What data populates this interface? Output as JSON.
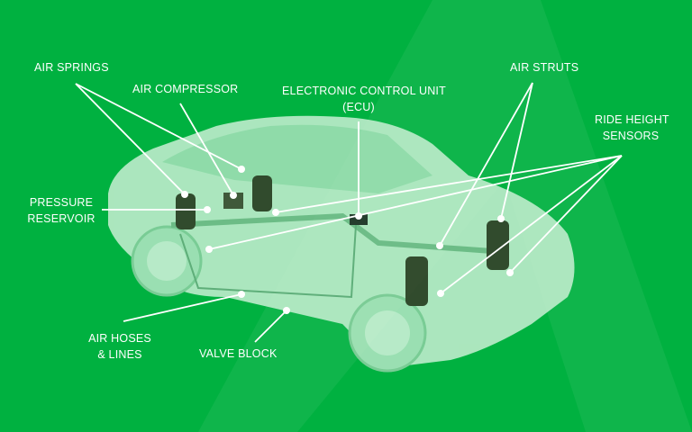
{
  "labels": {
    "air_springs": "AIR SPRINGS",
    "air_compressor": "AIR COMPRESSOR",
    "ecu_line1": "ELECTRONIC CONTROL UNIT",
    "ecu_line2": "(ECU)",
    "air_struts": "AIR STRUTS",
    "ride_height_line1": "RIDE HEIGHT",
    "ride_height_line2": "SENSORS",
    "pressure_line1": "PRESSURE",
    "pressure_line2": "RESERVOIR",
    "hoses_line1": "AIR HOSES",
    "hoses_line2": "& LINES",
    "valve_block": "VALVE BLOCK"
  },
  "colors": {
    "background": "#00b140",
    "car": "#c9f0d4",
    "leader": "#ffffff"
  }
}
